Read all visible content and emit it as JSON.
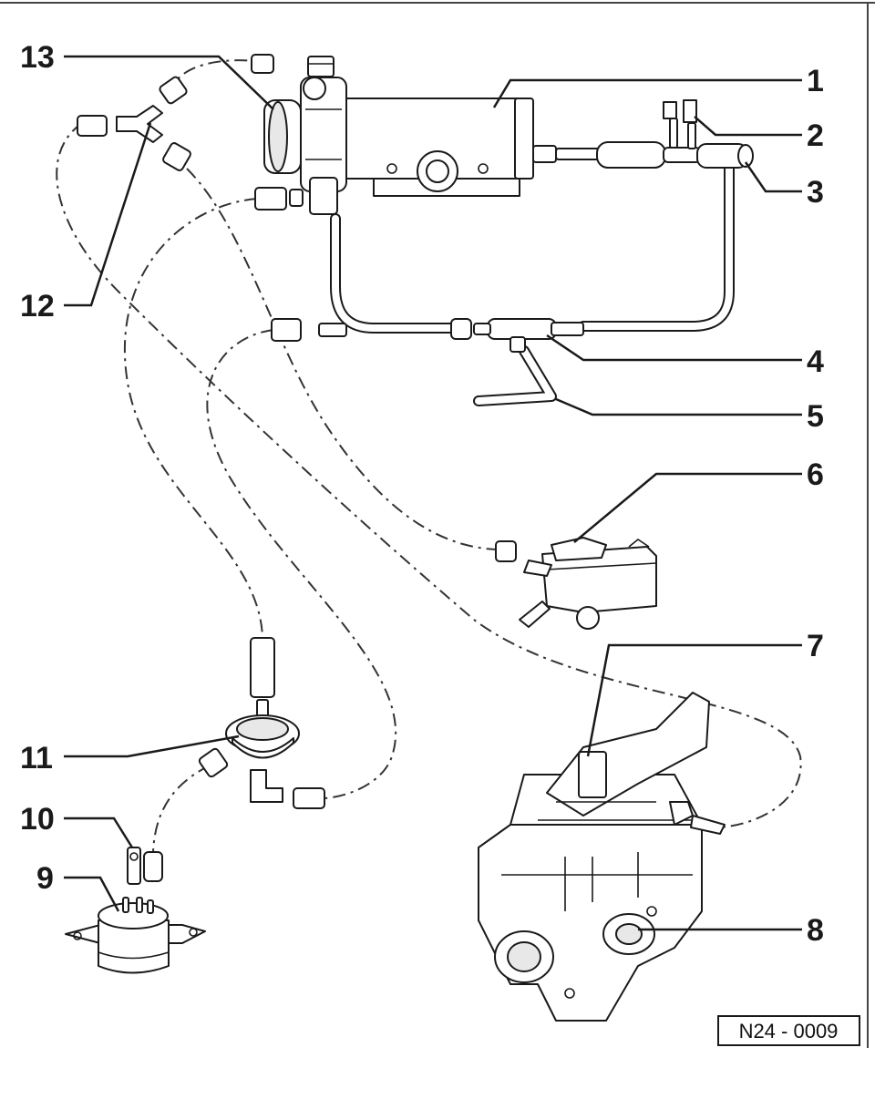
{
  "diagram": {
    "reference_code": "N24 - 0009",
    "callouts": [
      {
        "id": "1",
        "label": "1"
      },
      {
        "id": "2",
        "label": "2"
      },
      {
        "id": "3",
        "label": "3"
      },
      {
        "id": "4",
        "label": "4"
      },
      {
        "id": "5",
        "label": "5"
      },
      {
        "id": "6",
        "label": "6"
      },
      {
        "id": "7",
        "label": "7"
      },
      {
        "id": "8",
        "label": "8"
      },
      {
        "id": "9",
        "label": "9"
      },
      {
        "id": "10",
        "label": "10"
      },
      {
        "id": "11",
        "label": "11"
      },
      {
        "id": "12",
        "label": "12"
      },
      {
        "id": "13",
        "label": "13"
      }
    ]
  }
}
